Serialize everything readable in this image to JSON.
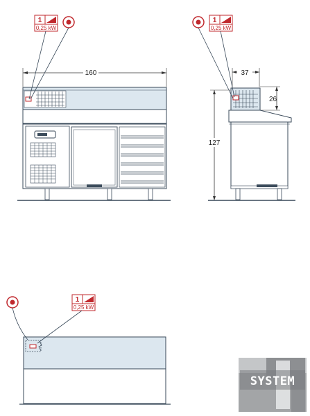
{
  "dimensions": {
    "width": "160",
    "depth": "37",
    "top_height": "26",
    "total_height": "127"
  },
  "electrical_tag": {
    "number": "1",
    "power": "0,25 kW"
  },
  "logo": {
    "text": "SYSTEM"
  },
  "colors": {
    "line": "#3a4a5a",
    "panel": "#dce7ef",
    "red": "#c0282d",
    "logo_bg": "#9a9c9e"
  },
  "icons": [
    "power-connection-icon",
    "plug-icon"
  ]
}
